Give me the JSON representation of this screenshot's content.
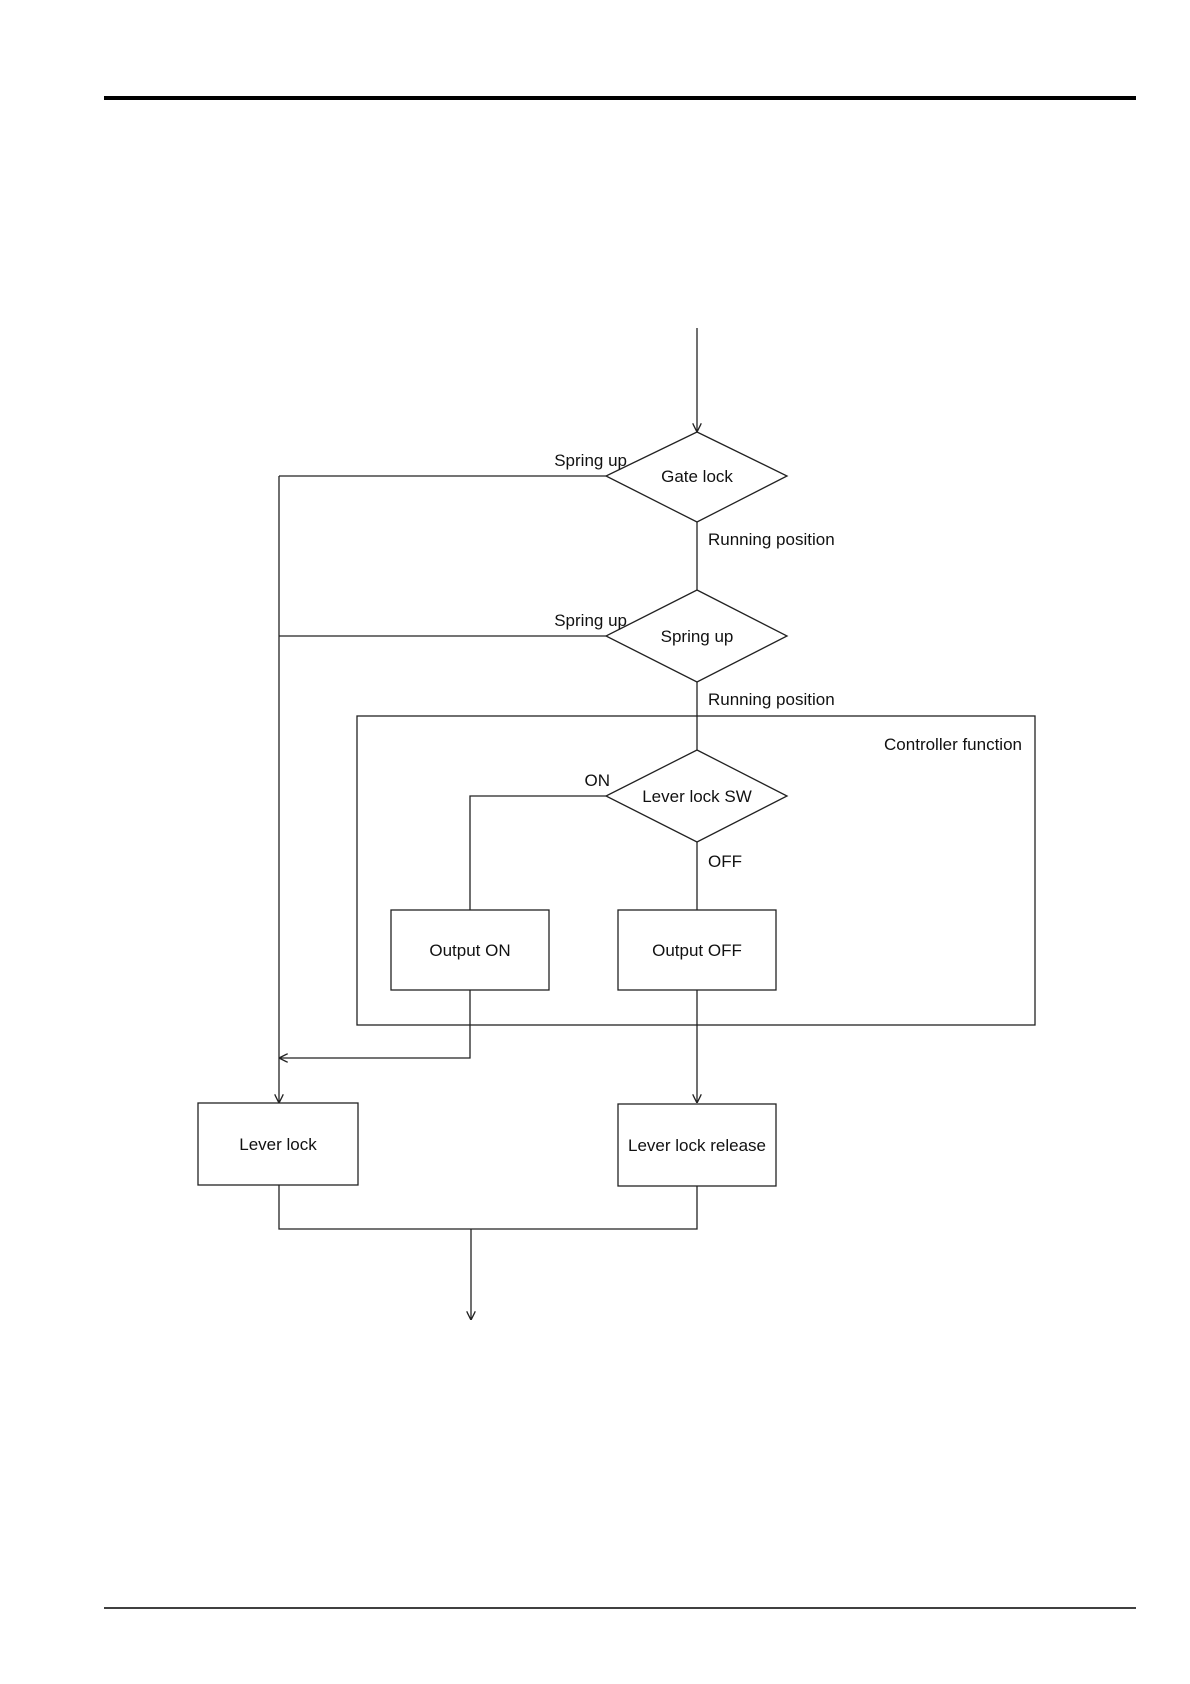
{
  "diagram": {
    "decisions": {
      "gate_lock": "Gate lock",
      "spring_up": "Spring up",
      "lever_lock_sw": "Lever lock SW"
    },
    "processes": {
      "output_on": "Output ON",
      "output_off": "Output OFF",
      "lever_lock": "Lever lock",
      "lever_lock_release": "Lever lock release"
    },
    "region": {
      "label": "Controller function"
    },
    "edge_labels": {
      "gate_lock_spring_up": "Spring up",
      "gate_lock_running": "Running position",
      "spring_up_spring_up": "Spring up",
      "spring_up_running": "Running position",
      "sw_on": "ON",
      "sw_off": "OFF"
    }
  }
}
